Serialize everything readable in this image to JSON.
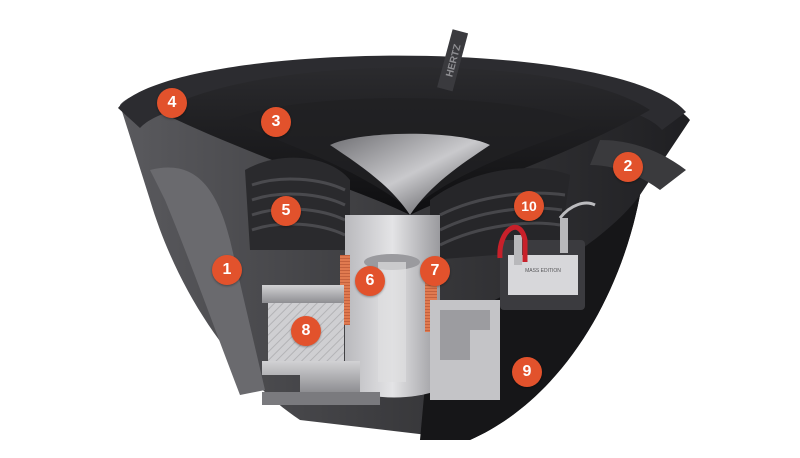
{
  "brand": {
    "logo_text": "HERTZ"
  },
  "terminal": {
    "label": "MASS EDITION"
  },
  "colors": {
    "badge": "#e2522c",
    "dark": "#1c1c1e",
    "accent_copper": "#e07a50",
    "lead_wire": "#c8202a"
  },
  "callouts": [
    {
      "id": "1",
      "label": "1",
      "part": "basket"
    },
    {
      "id": "2",
      "label": "2",
      "part": "surround-edge"
    },
    {
      "id": "3",
      "label": "3",
      "part": "cone"
    },
    {
      "id": "4",
      "label": "4",
      "part": "surround"
    },
    {
      "id": "5",
      "label": "5",
      "part": "spider"
    },
    {
      "id": "6",
      "label": "6",
      "part": "pole-piece"
    },
    {
      "id": "7",
      "label": "7",
      "part": "voice-coil"
    },
    {
      "id": "8",
      "label": "8",
      "part": "magnet"
    },
    {
      "id": "9",
      "label": "9",
      "part": "motor-cover"
    },
    {
      "id": "10",
      "label": "10",
      "part": "lead-wire"
    }
  ]
}
